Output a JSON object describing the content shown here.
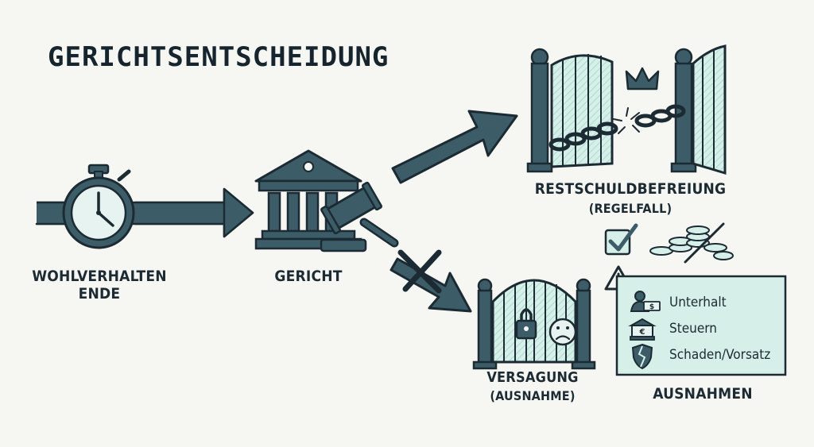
{
  "title": "GERICHTSENTSCHEIDUNG",
  "colors": {
    "ink": "#1c2b33",
    "slate": "#3c5d68",
    "mint": "#d6efe9",
    "background": "#f6f6f3"
  },
  "nodes": {
    "start": {
      "line1": "WOHLVERHALTEN",
      "line2": "ENDE",
      "icon": "stopwatch-icon"
    },
    "court": {
      "label": "GERICHT",
      "icon": "courthouse-icon"
    },
    "discharge": {
      "line1": "RESTSCHULDBEFREIUNG",
      "line2": "(REGELFALL)",
      "icon": "open-gate-icon"
    },
    "denial": {
      "line1": "VERSAGUNG",
      "line2": "(AUSNAHME)",
      "icon": "locked-gate-icon"
    }
  },
  "exceptions": {
    "heading": "AUSNAHMEN",
    "items": [
      {
        "label": "Unterhalt",
        "icon": "person-money-icon"
      },
      {
        "label": "Steuern",
        "icon": "tax-office-icon"
      },
      {
        "label": "Schaden/Vorsatz",
        "icon": "broken-shield-icon"
      }
    ]
  }
}
